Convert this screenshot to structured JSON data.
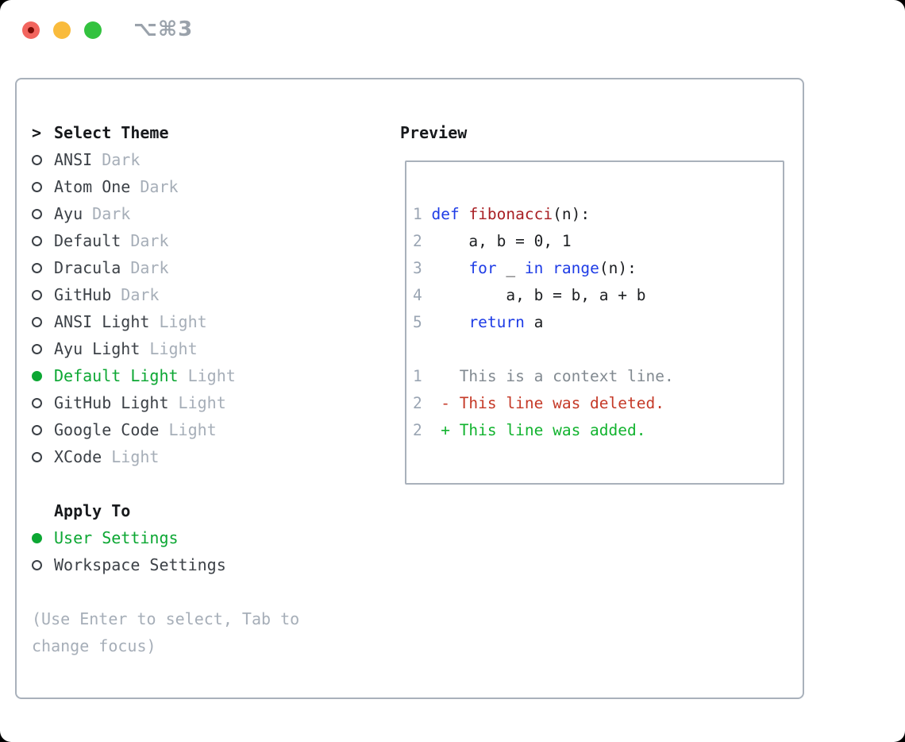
{
  "titlebar": {
    "shortcut": "⌥⌘3",
    "buttons": [
      "close-button",
      "minimize-button",
      "zoom-button"
    ]
  },
  "colors": {
    "accent_green": "#0ca733",
    "keyword_blue": "#1e3ce6",
    "function_red": "#a81f24",
    "deleted_red": "#c53a28",
    "added_green": "#12b32f",
    "context_gray": "#828a91",
    "line_number_gray": "#9aa5b3",
    "muted_gray": "#a6aeb8",
    "border_gray": "#a9b1bb",
    "traffic_red": "#f2655e",
    "traffic_yellow": "#f9bb3c",
    "traffic_green": "#33c23f"
  },
  "theme_picker": {
    "header": "Select Theme",
    "header_marker": ">",
    "items": [
      {
        "name": "ANSI",
        "variant": "Dark",
        "selected": false
      },
      {
        "name": "Atom One",
        "variant": "Dark",
        "selected": false
      },
      {
        "name": "Ayu",
        "variant": "Dark",
        "selected": false
      },
      {
        "name": "Default",
        "variant": "Dark",
        "selected": false
      },
      {
        "name": "Dracula",
        "variant": "Dark",
        "selected": false
      },
      {
        "name": "GitHub",
        "variant": "Dark",
        "selected": false
      },
      {
        "name": "ANSI Light",
        "variant": "Light",
        "selected": false
      },
      {
        "name": "Ayu Light",
        "variant": "Light",
        "selected": false
      },
      {
        "name": "Default Light",
        "variant": "Light",
        "selected": true
      },
      {
        "name": "GitHub Light",
        "variant": "Light",
        "selected": false
      },
      {
        "name": "Google Code",
        "variant": "Light",
        "selected": false
      },
      {
        "name": "XCode",
        "variant": "Light",
        "selected": false
      }
    ]
  },
  "apply_to": {
    "header": "Apply To",
    "options": [
      {
        "label": "User Settings",
        "selected": true
      },
      {
        "label": "Workspace Settings",
        "selected": false
      }
    ]
  },
  "hints": [
    "(Use Enter to select, Tab to",
    "change focus)"
  ],
  "preview": {
    "header": "Preview",
    "lines": [
      {
        "num": "1",
        "segments": [
          {
            "text": "def",
            "style": "keyword"
          },
          {
            "text": " ",
            "style": "plain"
          },
          {
            "text": "fibonacci",
            "style": "function"
          },
          {
            "text": "(n):",
            "style": "plain"
          }
        ]
      },
      {
        "num": "2",
        "segments": [
          {
            "text": "    a, b = 0, 1",
            "style": "plain"
          }
        ]
      },
      {
        "num": "3",
        "segments": [
          {
            "text": "    ",
            "style": "plain"
          },
          {
            "text": "for",
            "style": "keyword"
          },
          {
            "text": " _ ",
            "style": "plain"
          },
          {
            "text": "in",
            "style": "keyword"
          },
          {
            "text": " ",
            "style": "plain"
          },
          {
            "text": "range",
            "style": "keyword"
          },
          {
            "text": "(n):",
            "style": "plain"
          }
        ]
      },
      {
        "num": "4",
        "segments": [
          {
            "text": "        a, b = b, a + b",
            "style": "plain"
          }
        ]
      },
      {
        "num": "5",
        "segments": [
          {
            "text": "    ",
            "style": "plain"
          },
          {
            "text": "return",
            "style": "keyword"
          },
          {
            "text": " a",
            "style": "plain"
          }
        ]
      },
      {
        "num": "",
        "segments": []
      },
      {
        "num": "1",
        "segments": [
          {
            "text": "   This is a context line.",
            "style": "context"
          }
        ]
      },
      {
        "num": "2",
        "segments": [
          {
            "text": " - This line was deleted.",
            "style": "deleted"
          }
        ]
      },
      {
        "num": "2",
        "segments": [
          {
            "text": " + This line was added.",
            "style": "added"
          }
        ]
      }
    ]
  }
}
